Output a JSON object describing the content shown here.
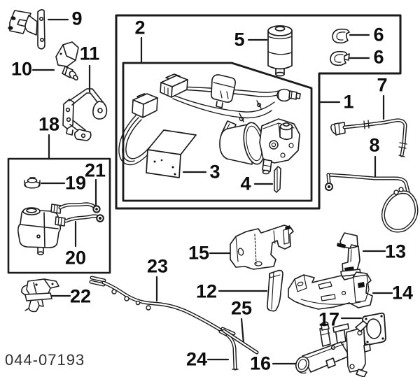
{
  "diagram": {
    "footer_code": "044-07193",
    "callouts": {
      "c1": "1",
      "c2": "2",
      "c3": "3",
      "c4": "4",
      "c5": "5",
      "c6a": "6",
      "c6b": "6",
      "c7": "7",
      "c8": "8",
      "c9": "9",
      "c10": "10",
      "c11": "11",
      "c12": "12",
      "c13": "13",
      "c14": "14",
      "c15": "15",
      "c16": "16",
      "c17": "17",
      "c18": "18",
      "c19": "19",
      "c20": "20",
      "c21": "21",
      "c22": "22",
      "c23": "23",
      "c24": "24",
      "c25": "25"
    },
    "colors": {
      "ink": "#1a1a1a",
      "background": "#ffffff"
    }
  }
}
